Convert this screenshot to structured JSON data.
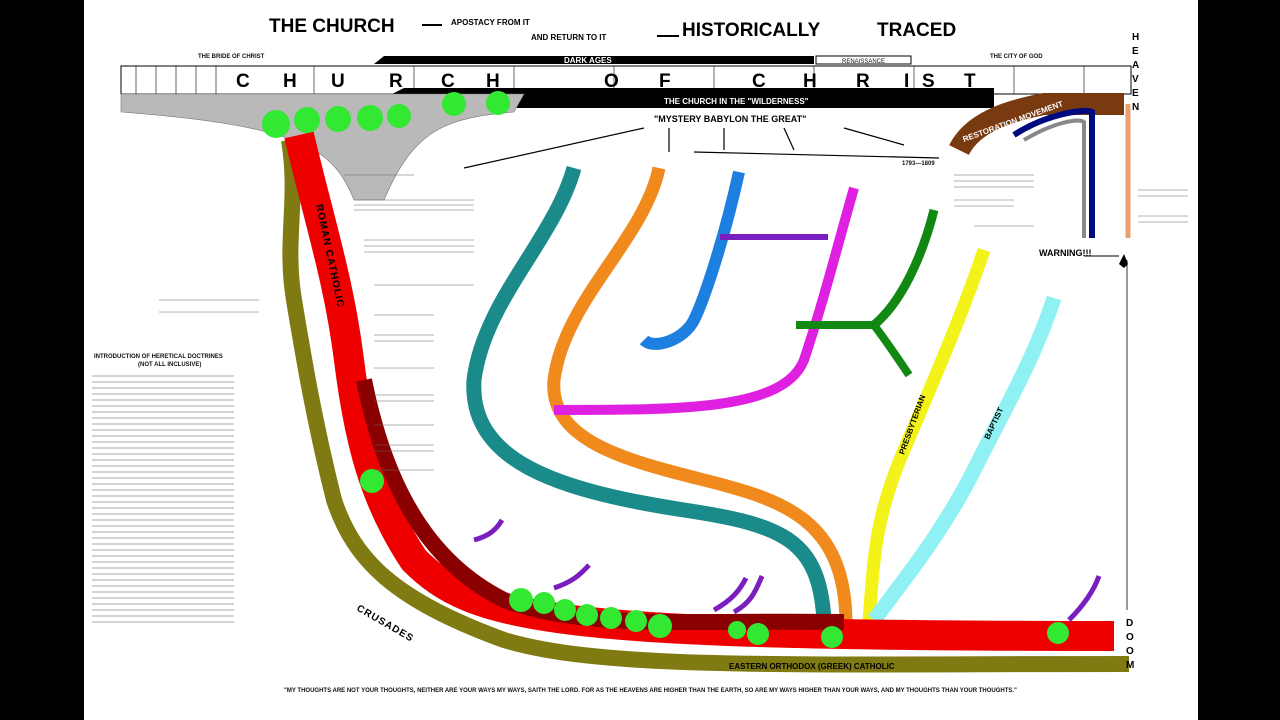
{
  "title": {
    "the_church": "THE CHURCH",
    "apostasy_line1": "APOSTACY FROM IT",
    "apostasy_line2": "AND RETURN TO IT",
    "historically": "HISTORICALLY",
    "traced": "TRACED"
  },
  "header": {
    "bride": "THE BRIDE OF CHRIST",
    "city": "THE CITY OF GOD",
    "dark_ages": "DARK AGES",
    "renaissance": "RENAISSANCE",
    "church_letters": [
      "C",
      "H",
      "U",
      "R",
      "C",
      "H",
      "O",
      "F",
      "C",
      "H",
      "R",
      "I",
      "S",
      "T"
    ],
    "heaven_letters": [
      "H",
      "E",
      "A",
      "V",
      "E",
      "N"
    ],
    "doom_letters": [
      "D",
      "O",
      "O",
      "M"
    ],
    "wilderness": "THE CHURCH IN THE \"WILDERNESS\"",
    "mystery": "\"MYSTERY BABYLON THE GREAT\""
  },
  "labels": {
    "heretical_title_1": "INTRODUCTION OF HERETICAL DOCTRINES",
    "heretical_title_2": "(NOT ALL INCLUSIVE)",
    "warning": "WARNING!!!",
    "restoration": "RESTORATION MOVEMENT",
    "roman_catholic": "ROMAN CATHOLIC",
    "crusades": "CRUSADES",
    "orthodox": "EASTERN ORTHODOX (GREEK) CATHOLIC",
    "presbyterian": "PRESBYTERIAN",
    "baptist": "BAPTIST",
    "year_label": "1793—1809",
    "footer_quote": "\"MY THOUGHTS ARE NOT YOUR THOUGHTS, NEITHER ARE YOUR WAYS MY WAYS, SAITH THE LORD. FOR AS THE HEAVENS ARE HIGHER THAN THE EARTH, SO ARE MY WAYS HIGHER THAN YOUR WAYS, AND MY THOUGHTS THAN YOUR THOUGHTS.\""
  },
  "colors": {
    "catholic": "#ee0000",
    "orthodox": "#7f7a12",
    "teal": "#1b8a8a",
    "orange": "#f08a1c",
    "blue": "#1d7fe0",
    "magenta": "#e020e0",
    "green": "#118811",
    "yellow": "#f3f31a",
    "cyan": "#8ff1f4",
    "brown": "#7a3a10",
    "navy": "#000a80",
    "purple": "#7a1ec0",
    "marker": "#33e833"
  }
}
